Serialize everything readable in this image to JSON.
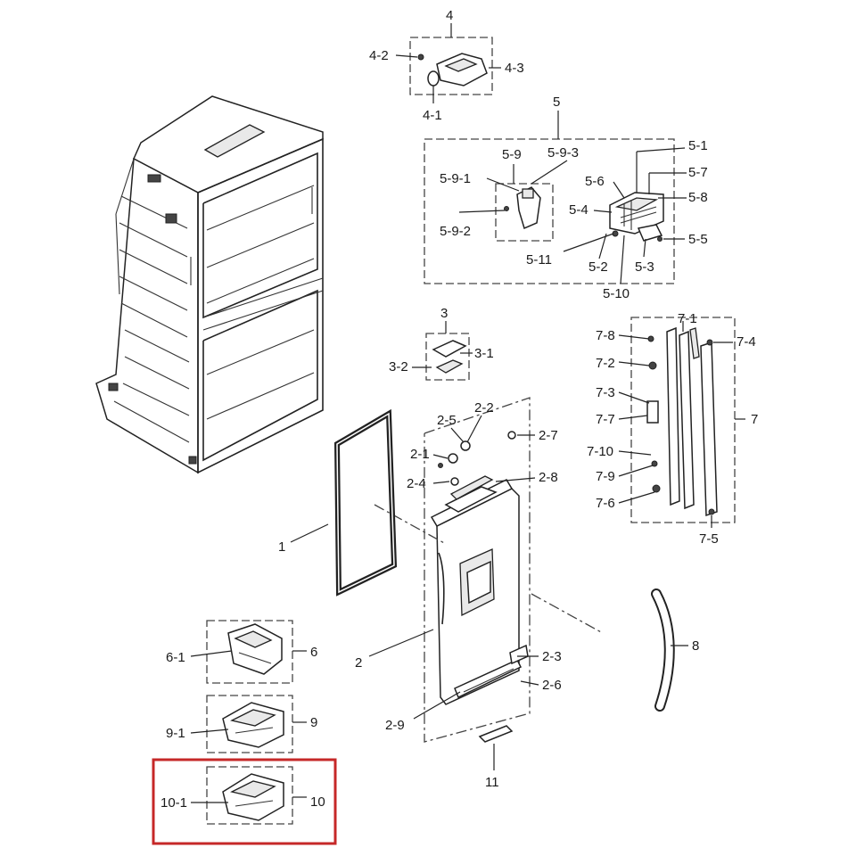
{
  "labels": {
    "l4": "4",
    "l4_2": "4-2",
    "l4_3": "4-3",
    "l4_1": "4-1",
    "l5": "5",
    "l5_9_3": "5-9-3",
    "l5_1": "5-1",
    "l5_9": "5-9",
    "l5_9_1": "5-9-1",
    "l5_6": "5-6",
    "l5_7": "5-7",
    "l5_4": "5-4",
    "l5_8": "5-8",
    "l5_9_2": "5-9-2",
    "l5_5": "5-5",
    "l5_11": "5-11",
    "l5_2": "5-2",
    "l5_3": "5-3",
    "l5_10": "5-10",
    "l3": "3",
    "l3_1": "3-1",
    "l3_2": "3-2",
    "l7_1": "7-1",
    "l7_8": "7-8",
    "l7_4": "7-4",
    "l7_2": "7-2",
    "l7_3": "7-3",
    "l7": "7",
    "l7_7": "7-7",
    "l7_10": "7-10",
    "l7_9": "7-9",
    "l7_6": "7-6",
    "l7_5": "7-5",
    "l2_2": "2-2",
    "l2_5": "2-5",
    "l2_7": "2-7",
    "l2_1": "2-1",
    "l2_8": "2-8",
    "l2_4": "2-4",
    "l1": "1",
    "l6": "6",
    "l6_1": "6-1",
    "l2": "2",
    "l2_3": "2-3",
    "l2_6": "2-6",
    "l8": "8",
    "l9": "9",
    "l9_1": "9-1",
    "l2_9": "2-9",
    "l11": "11",
    "l10_1": "10-1",
    "l10": "10"
  },
  "colors": {
    "highlight_box": "#c62828",
    "line": "#222222",
    "background": "#ffffff"
  }
}
